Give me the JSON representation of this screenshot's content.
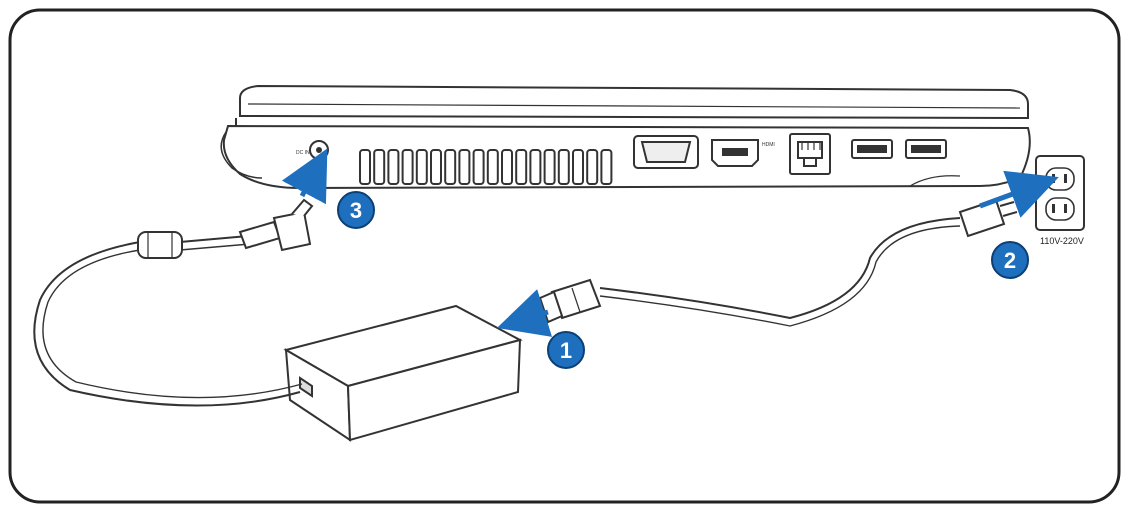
{
  "steps": [
    {
      "number": "1"
    },
    {
      "number": "2"
    },
    {
      "number": "3"
    }
  ],
  "ports": {
    "dc_in_label": "DC IN",
    "hdmi_label": "HDMI"
  },
  "outlet": {
    "voltage_label": "110V-220V"
  },
  "colors": {
    "arrow": "#1f6fbf",
    "badge": "#1f6fbf",
    "line": "#333333"
  }
}
